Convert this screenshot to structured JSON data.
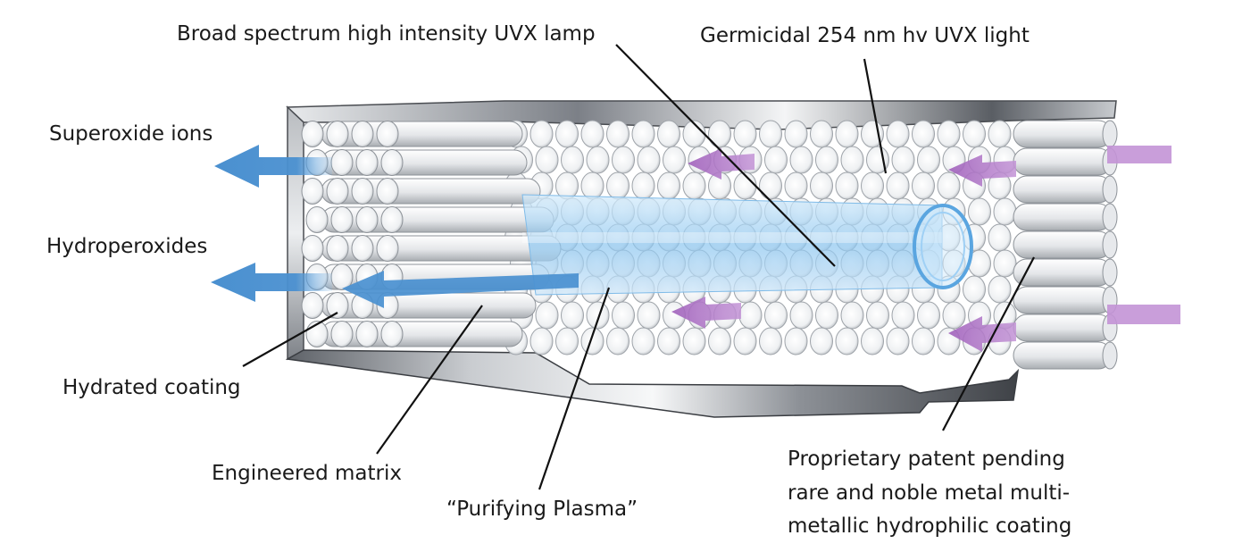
{
  "labels": {
    "lamp": "Broad spectrum high intensity UVX lamp",
    "germicidal": "Germicidal 254 nm hv UVX light",
    "superoxide": "Superoxide ions",
    "hydroperoxides": "Hydroperoxides",
    "hydrated": "Hydrated coating",
    "matrix": "Engineered matrix",
    "plasma": "“Purifying Plasma”",
    "coating_line1": "Proprietary patent pending",
    "coating_line2": "rare and noble metal multi-",
    "coating_line3": "metallic hydrophilic coating"
  },
  "colors": {
    "blue_arrow": "#4a90d0",
    "purple_arrow": "#b07ac8",
    "lamp_glow": "#9fd0f5",
    "metal": "#9a9ea4"
  }
}
